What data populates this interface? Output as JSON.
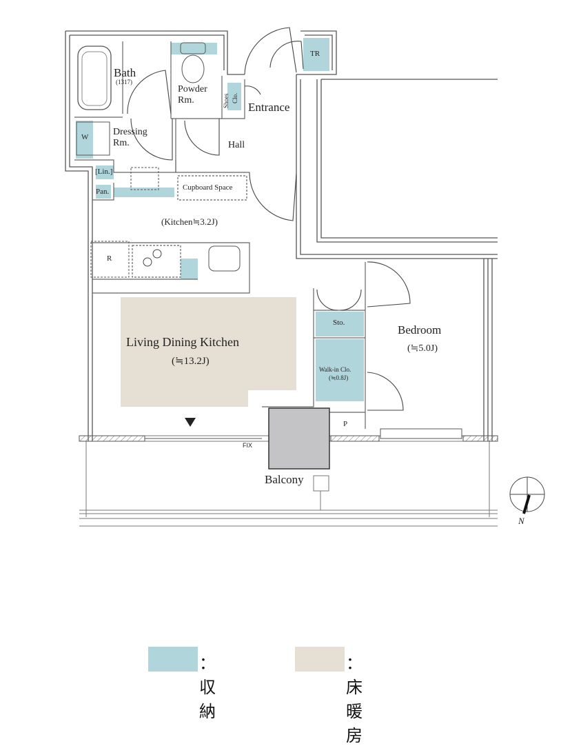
{
  "rooms": {
    "bath": "Bath",
    "bath_size": "(1317)",
    "powder": "Powder",
    "powder_rm": "Rm.",
    "shoes": "Shoes",
    "shoes_clo": "Clo.",
    "entrance": "Entrance",
    "tr": "TR",
    "dressing": "Dressing",
    "dressing_rm": "Rm.",
    "washer": "W",
    "hall": "Hall",
    "linen": "[Lin.]",
    "pantry": "Pan.",
    "cupboard": "Cupboard Space",
    "kitchen": "(Kitchen≒3.2J)",
    "fridge": "R",
    "ldk": "Living Dining Kitchen",
    "ldk_size": "(≒13.2J)",
    "storage": "Sto.",
    "bedroom": "Bedroom",
    "bedroom_size": "(≒5.0J)",
    "walkin": "Walk-in Clo.",
    "walkin_size": "(≒0.8J)",
    "pipe": "P",
    "fix": "FIX",
    "balcony": "Balcony"
  },
  "compass": {
    "north": "N"
  },
  "legend": [
    {
      "color": "#b0d6dc",
      "label": "：収納"
    },
    {
      "color": "#e6e0d4",
      "label": "：床暖房"
    }
  ],
  "colors": {
    "storage": "#b0d6dc",
    "floor_heating": "#e6e0d4",
    "wall": "#555555",
    "unit": "#c4c4c6"
  }
}
